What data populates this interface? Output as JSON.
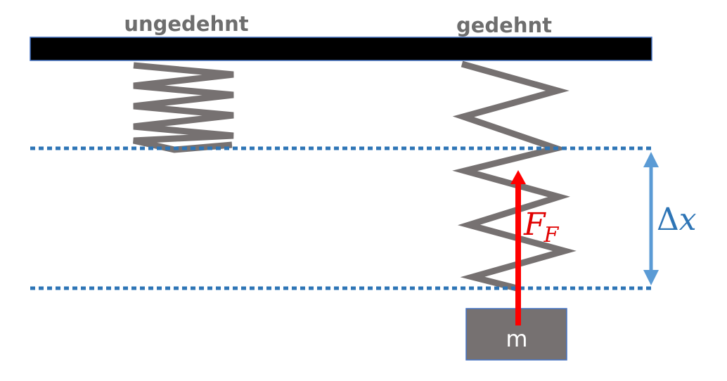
{
  "labels": {
    "unstretched": "ungedehnt",
    "stretched": "gedehnt",
    "mass": "m",
    "force_symbol": "F",
    "force_subscript": "F",
    "delta_symbol": "Δ",
    "delta_variable": "x"
  },
  "colors": {
    "ceiling": "#000000",
    "ceiling_border": "#4472c4",
    "spring": "#767171",
    "mass_fill": "#767171",
    "mass_border": "#4472c4",
    "dotted_line": "#2e75b6",
    "force_arrow": "#ff0000",
    "force_label": "#e00000",
    "delta_arrow": "#5b9bd5",
    "delta_label": "#2e75b6",
    "label_text": "#6e6e6e"
  }
}
